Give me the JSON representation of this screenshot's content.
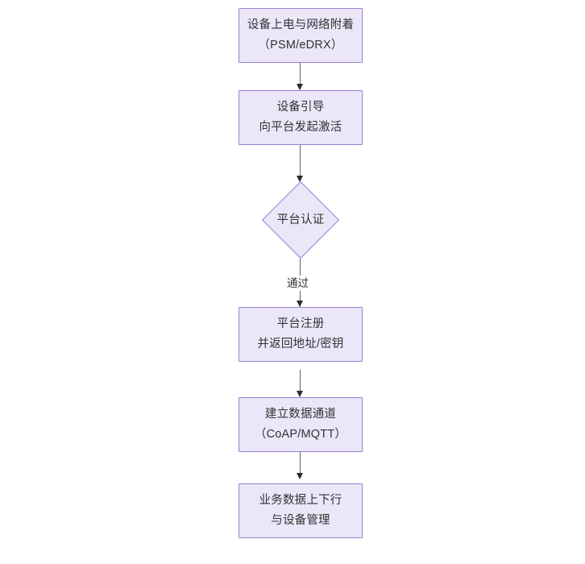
{
  "diagram": {
    "type": "flowchart",
    "orientation": "top-to-bottom",
    "title": "",
    "colors": {
      "node_fill": "#ebe7f9",
      "node_border": "#9b7fd4",
      "text": "#333333",
      "connector": "#5f5f66",
      "background": "#ffffff"
    },
    "nodes": [
      {
        "id": "n1",
        "shape": "rectangle",
        "line1": "设备上电与网络附着",
        "line2": "（PSM/eDRX）"
      },
      {
        "id": "n2",
        "shape": "rectangle",
        "line1": "设备引导",
        "line2": "向平台发起激活"
      },
      {
        "id": "n3",
        "shape": "diamond",
        "line1": "平台认证",
        "line2": ""
      },
      {
        "id": "n4",
        "shape": "rectangle",
        "line1": "平台注册",
        "line2": "并返回地址/密钥"
      },
      {
        "id": "n5",
        "shape": "rectangle",
        "line1": "建立数据通道",
        "line2": "（CoAP/MQTT）"
      },
      {
        "id": "n6",
        "shape": "rectangle",
        "line1": "业务数据上下行",
        "line2": "与设备管理"
      }
    ],
    "edges": [
      {
        "id": "e1",
        "from": "n1",
        "to": "n2",
        "label": ""
      },
      {
        "id": "e2",
        "from": "n2",
        "to": "n3",
        "label": ""
      },
      {
        "id": "e3",
        "from": "n3",
        "to": "n4",
        "label": "通过"
      },
      {
        "id": "e4",
        "from": "n4",
        "to": "n5",
        "label": ""
      },
      {
        "id": "e5",
        "from": "n5",
        "to": "n6",
        "label": ""
      }
    ]
  }
}
